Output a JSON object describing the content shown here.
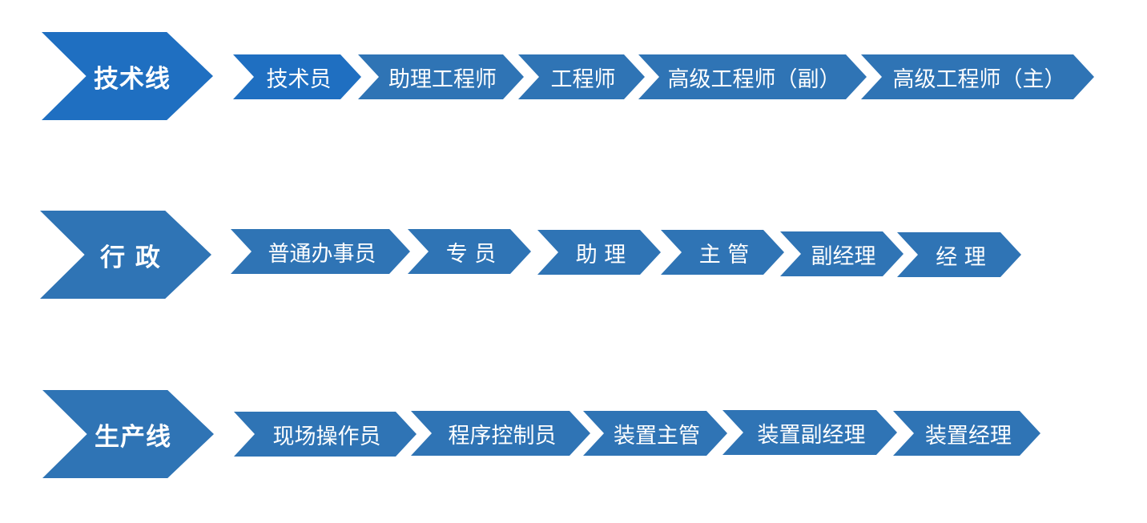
{
  "rows": [
    {
      "header": "技术线",
      "steps": [
        "技术员",
        "助理工程师",
        "工程师",
        "高级工程师（副）",
        "高级工程师（主）"
      ]
    },
    {
      "header": "行 政",
      "steps": [
        "普通办事员",
        "专 员",
        "助 理",
        "主 管",
        "副经理",
        "经 理"
      ]
    },
    {
      "header": "生产线",
      "steps": [
        "现场操作员",
        "程序控制员",
        "装置主管",
        "装置副经理",
        "装置经理"
      ]
    }
  ],
  "colors": {
    "header_primary": "#1f6fc1",
    "step": "#2f74b5",
    "text": "#ffffff"
  }
}
